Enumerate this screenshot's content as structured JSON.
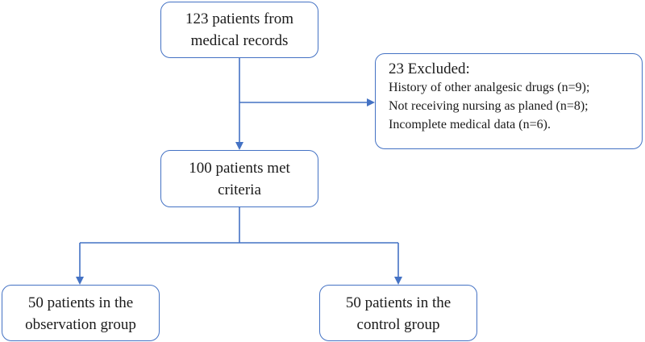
{
  "flowchart": {
    "start": {
      "line1": "123 patients from",
      "line2": "medical records"
    },
    "excluded": {
      "title": "23 Excluded:",
      "items": [
        "History of other analgesic drugs (n=9);",
        "Not receiving nursing as planed (n=8);",
        "Incomplete medical data (n=6)."
      ]
    },
    "met_criteria": {
      "line1": "100 patients met",
      "line2": "criteria"
    },
    "observation": {
      "line1": "50 patients in the",
      "line2": "observation group"
    },
    "control": {
      "line1": "50 patients in the",
      "line2": "control group"
    },
    "colors": {
      "line": "#4472c4",
      "text": "#1a1a1a"
    }
  }
}
